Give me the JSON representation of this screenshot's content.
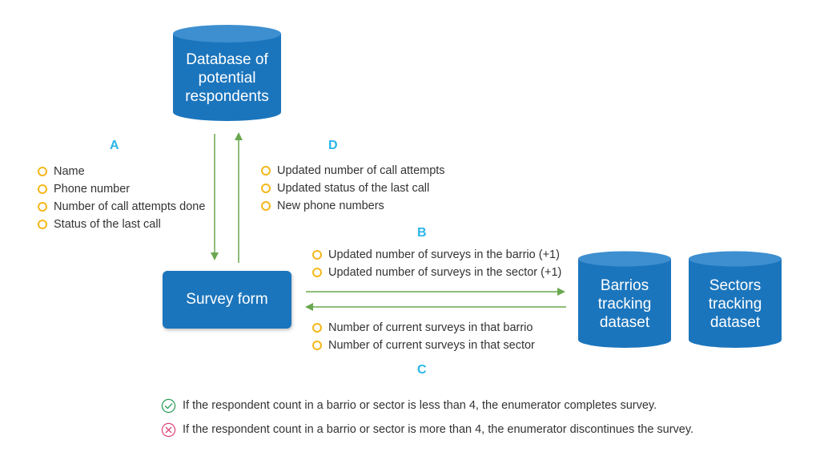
{
  "database": {
    "label": "Database of potential respondents",
    "lines": [
      "Database of",
      "potential",
      "respondents"
    ]
  },
  "survey_form": {
    "label": "Survey form"
  },
  "barrios": {
    "lines": [
      "Barrios",
      "tracking",
      "dataset"
    ]
  },
  "sectors": {
    "lines": [
      "Sectors",
      "tracking",
      "dataset"
    ]
  },
  "section_a": {
    "letter": "A",
    "items": [
      "Name",
      "Phone number",
      "Number of call attempts done",
      "Status of the last call"
    ]
  },
  "section_d": {
    "letter": "D",
    "items": [
      "Updated number of call attempts",
      "Updated status of the last call",
      "New phone numbers"
    ]
  },
  "section_b": {
    "letter": "B",
    "items": [
      "Updated number of surveys in the barrio (+1)",
      "Updated number of surveys in the sector (+1)"
    ]
  },
  "section_c": {
    "letter": "C",
    "items": [
      "Number of current surveys in that barrio",
      "Number of current surveys in that sector"
    ]
  },
  "notes": {
    "complete": "If the respondent count in a barrio or sector is less than 4, the enumerator completes survey.",
    "discontinue": "If the respondent count in a barrio or sector is more than 4, the enumerator discontinues the survey."
  },
  "colors": {
    "box_blue": "#1b75bc",
    "cylinder_top": "#3d8fd0",
    "arrow_green": "#6aa84f",
    "letter_cyan": "#29b5e8",
    "bullet_yellow": "#f5b81c",
    "check_green": "#2e9d5a",
    "cross_red": "#e0457b"
  },
  "icons": {
    "complete": "check-circle-icon",
    "discontinue": "x-circle-icon",
    "bullet": "ring-bullet-icon"
  }
}
